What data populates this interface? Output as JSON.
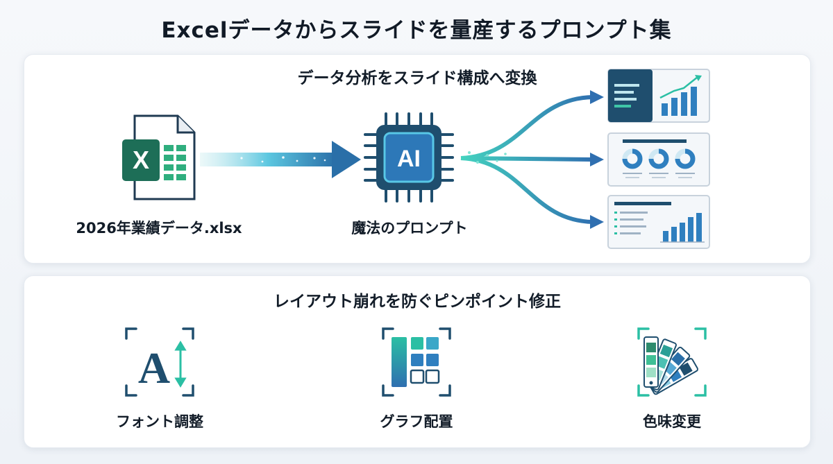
{
  "title": "Excelデータからスライドを量産するプロンプト集",
  "top_section": {
    "title": "データ分析をスライド構成へ変換",
    "excel_label": "2026年業績データ.xlsx",
    "excel_letter": "X",
    "ai_letter": "AI",
    "ai_label": "魔法のプロンプト"
  },
  "bottom_section": {
    "title": "レイアウト崩れを防ぐピンポイント修正",
    "font_glyph": "A",
    "items": [
      {
        "label": "フォント調整",
        "icon": "font-size-icon"
      },
      {
        "label": "グラフ配置",
        "icon": "grid-layout-icon"
      },
      {
        "label": "色味変更",
        "icon": "color-palette-icon"
      }
    ]
  },
  "colors": {
    "excel_green": "#1d7a5a",
    "navy": "#1f4e6e",
    "accent_blue": "#2f7fbf",
    "accent_teal": "#2bbfa4"
  }
}
